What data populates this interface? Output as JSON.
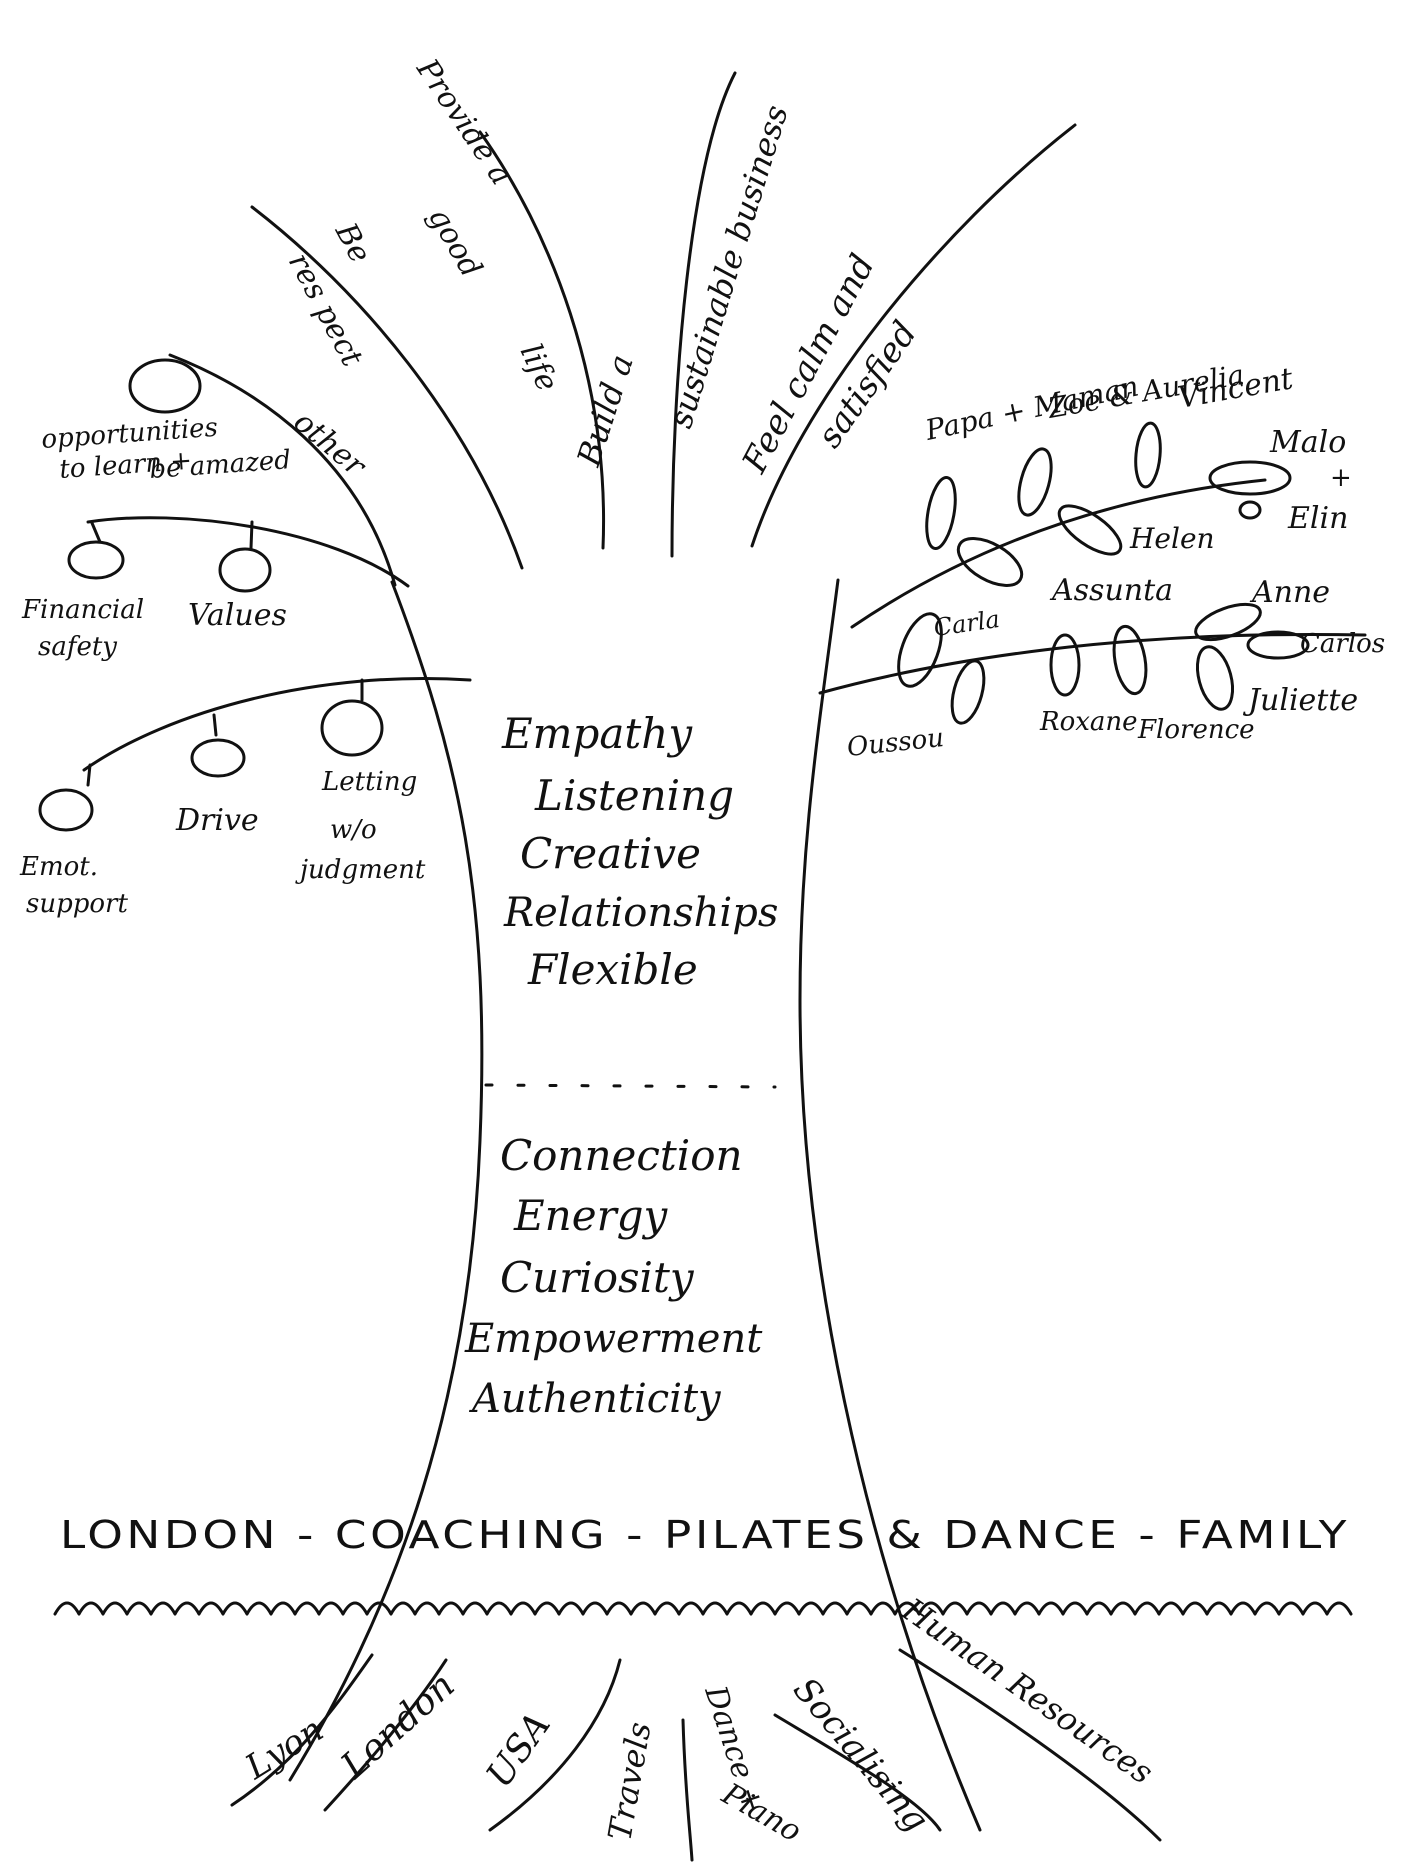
{
  "branches": {
    "b1": "Be",
    "b1b": "res pect",
    "b1c": "other",
    "b2": "Provide a",
    "b2b": "good",
    "b2c": "life",
    "b3": "Build a",
    "b3b": "sustainable business",
    "b4": "Feel calm and",
    "b4b": "satisfied"
  },
  "left_fruits": {
    "opportunities": "opportunities",
    "opp2": "to learn +",
    "opp3": "be amazed",
    "financial": "Financial",
    "financial2": "safety",
    "values": "Values",
    "emot": "Emot.",
    "emot2": "support",
    "drive": "Drive",
    "letting": "Letting",
    "letting2": "w/o",
    "letting3": "judgment"
  },
  "right_leaves": {
    "family1": "Papa + Maman",
    "family2": "Zoe & Aurelia",
    "family3": "Vincent",
    "malo": "Malo",
    "malo2": "+",
    "elin": "Elin",
    "helen": "Helen",
    "assunta": "Assunta",
    "anne": "Anne",
    "carla": "Carla",
    "carlos": "Carlos",
    "juliette": "Juliette",
    "oussou": "Oussou",
    "roxane": "Roxane",
    "florence": "Florence"
  },
  "trunk": {
    "top": [
      "Empathy",
      "Listening",
      "Creative",
      "Relationships",
      "Flexible"
    ],
    "bottom": [
      "Connection",
      "Energy",
      "Curiosity",
      "Empowerment",
      "Authenticity"
    ]
  },
  "ground_line": "LONDON - COACHING - PILATES & DANCE - FAMILY",
  "roots": {
    "lyon": "Lyon",
    "london": "London",
    "usa": "USA",
    "travels": "Travels",
    "dance": "Dance +",
    "dance2": "Piano",
    "socialising": "Socialising",
    "hr": "Human Resources"
  }
}
